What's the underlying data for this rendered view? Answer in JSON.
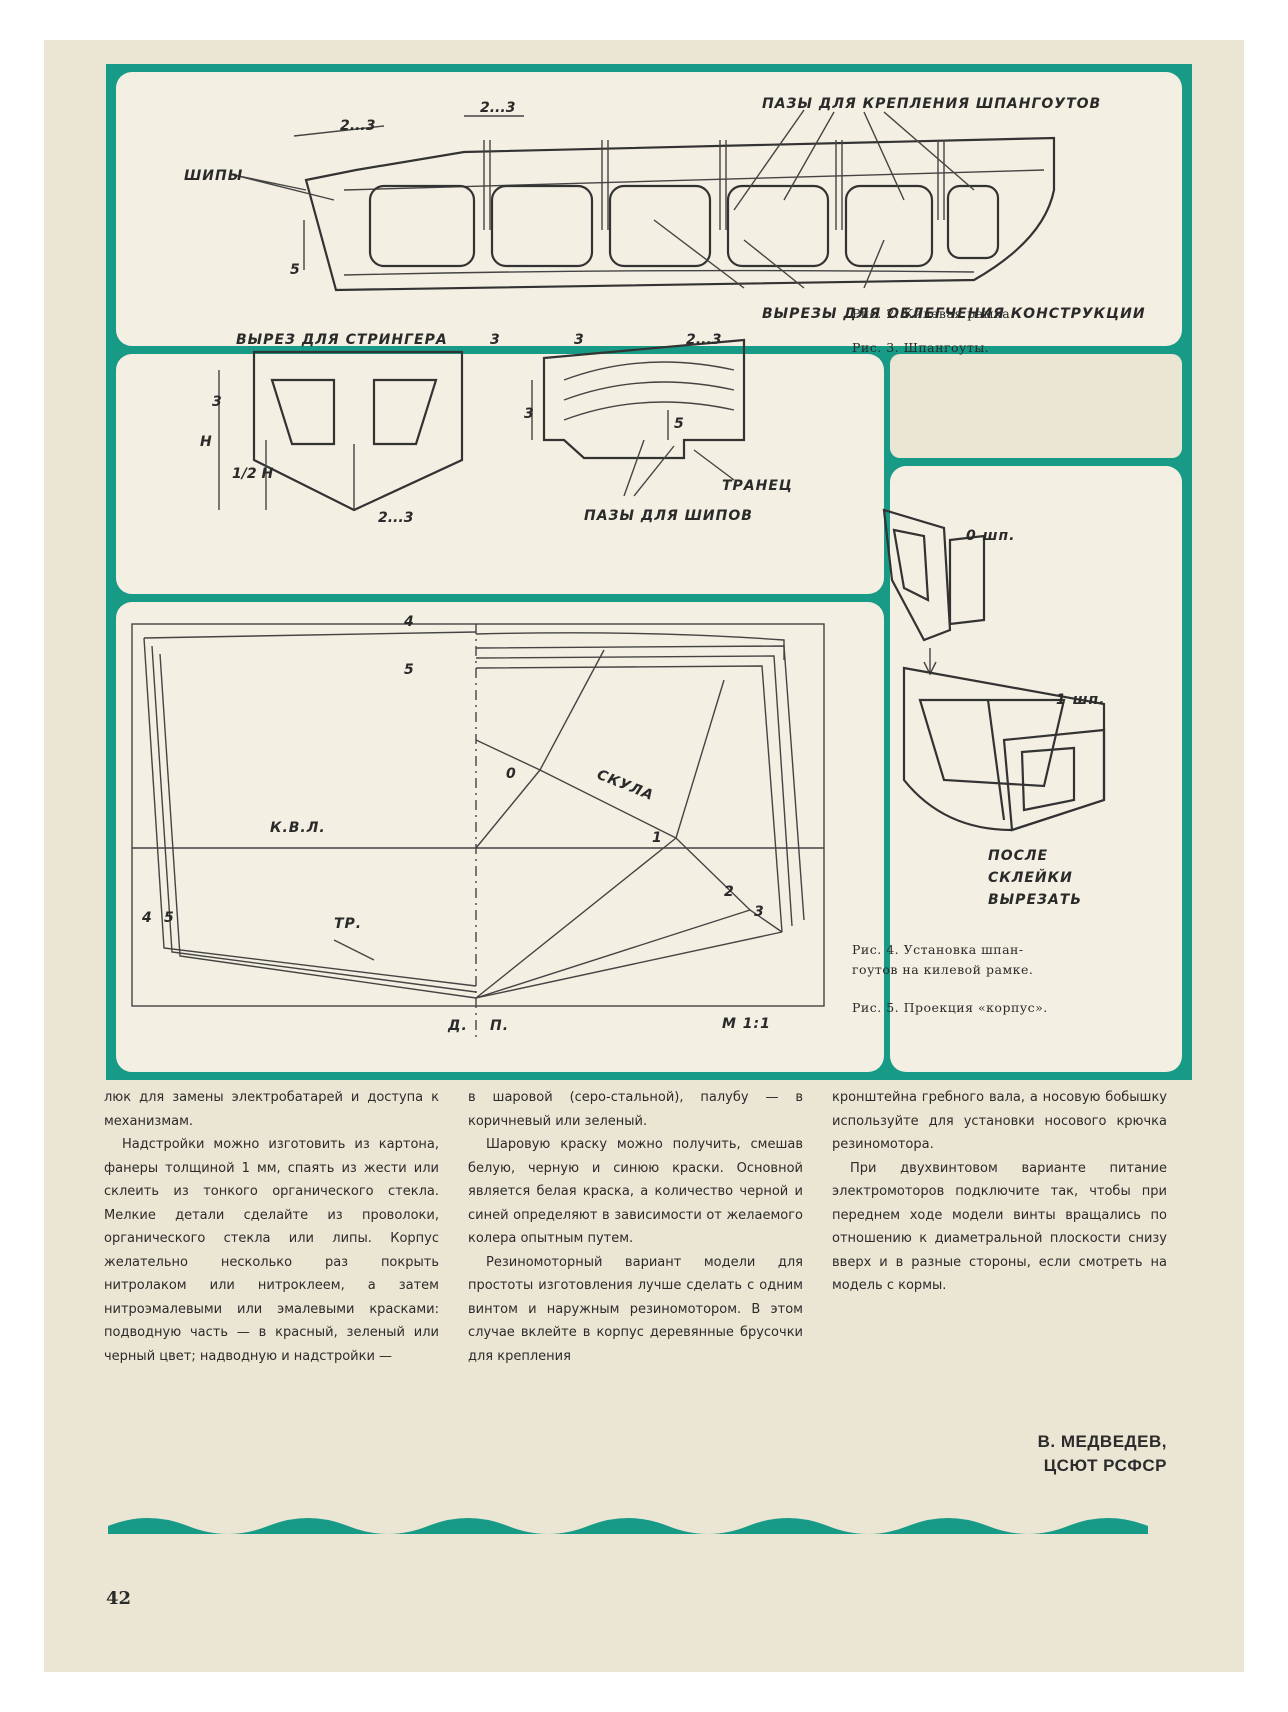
{
  "page_number": "42",
  "fig2": {
    "label_pazy": "ПАЗЫ ДЛЯ КРЕПЛЕНИЯ ШПАНГОУТОВ",
    "label_shipy": "ШИПЫ",
    "label_vyrezy": "ВЫРЕЗЫ ДЛЯ ОБЛЕГЧЕНИЯ КОНСТРУКЦИИ",
    "dim_a": "2...3",
    "dim_b": "2...3",
    "dim_c": "5"
  },
  "fig3": {
    "label_stringer": "ВЫРЕЗ ДЛЯ СТРИНГЕРА",
    "dim_3a": "3",
    "dim_3b": "3",
    "dim_23_top": "2...3",
    "dim_3_left": "3",
    "dim_H": "H",
    "dim_halfH": "1/2 H",
    "dim_23_bottom": "2...3",
    "dim_3_mid": "3",
    "dim_5": "5",
    "label_tranec": "ТРАНЕЦ",
    "label_pazy_shipov": "ПАЗЫ ДЛЯ ШИПОВ"
  },
  "fig5": {
    "label_4": "4",
    "label_5": "5",
    "label_0": "0",
    "label_skula": "СКУЛА",
    "label_kvl": "К.В.Л.",
    "label_1": "1",
    "label_2": "2",
    "label_3": "3",
    "label_4b": "4",
    "label_5b": "5",
    "label_tr": "ТР.",
    "label_dp_d": "Д.",
    "label_dp_p": "П.",
    "label_scale": "М 1:1"
  },
  "fig4": {
    "label_0sh": "0 шп.",
    "label_1sh": "1 шп.",
    "label_posle1": "ПОСЛЕ",
    "label_posle2": "СКЛЕЙКИ",
    "label_posle3": "ВЫРЕЗАТЬ"
  },
  "captions": {
    "fig2": "Рис. 2. Килевая рамка.",
    "fig3": "Рис. 3. Шпангоуты.",
    "fig4_line1": "Рис. 4. Установка шпан-",
    "fig4_line2": "гоутов на килевой рамке.",
    "fig5": "Рис. 5. Проекция «корпус»."
  },
  "text": {
    "col1_p1": "люк для замены электробатарей и доступа к механизмам.",
    "col1_p2": "Надстройки можно изготовить из картона, фанеры толщиной 1 мм, спаять из жести или склеить из тонкого органического стекла. Мелкие детали сделайте из проволоки, органического стекла или липы. Корпус желательно несколько раз покрыть нитролаком или нитроклеем, а затем нитроэмалевыми или эмалевыми красками: подводную часть — в красный, зеленый или черный цвет; надводную и надстройки —",
    "col2_p1": "в шаровой (серо-стальной), палубу — в коричневый или зеленый.",
    "col2_p2": "Шаровую краску можно получить, смешав белую, черную и синюю краски. Основной является белая краска, а количество черной и синей определяют в зависимости от желаемого колера опытным путем.",
    "col2_p3": "Резиномоторный вариант модели для простоты изготовления лучше сделать с одним винтом и наружным резиномотором. В этом случае вклейте в корпус деревянные брусочки для крепления",
    "col3_p1": "кронштейна гребного вала, а носовую бобышку используйте для установки носового крючка резиномотора.",
    "col3_p2": "При двухвинтовом варианте питание электромоторов подключите так, чтобы при переднем ходе модели винты вращались по отношению к диаметральной плоскости снизу вверх и в разные стороны, если смотреть на модель с кормы.",
    "author": "В. МЕДВЕДЕВ,",
    "org": "ЦСЮТ РСФСР"
  },
  "colors": {
    "frame": "#179a86",
    "panel": "#f3efe2",
    "page": "#ebe5d4"
  }
}
